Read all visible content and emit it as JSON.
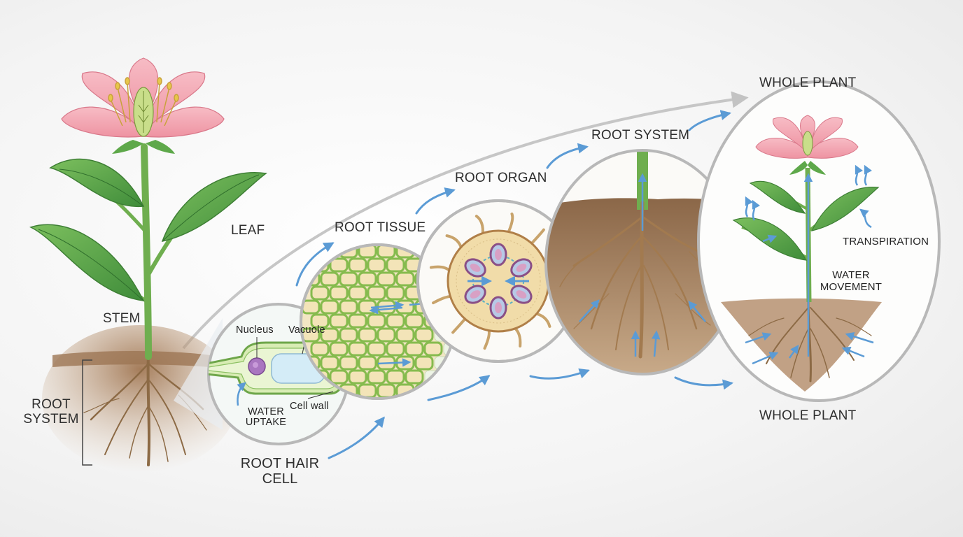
{
  "left_plant": {
    "leaf": "LEAF",
    "stem": "STEM",
    "root_system": "ROOT\nSYSTEM"
  },
  "stages": {
    "root_hair_cell": "ROOT HAIR\nCELL",
    "root_tissue": "ROOT TISSUE",
    "root_organ": "ROOT ORGAN",
    "root_system": "ROOT SYSTEM",
    "whole_plant_top": "WHOLE PLANT",
    "whole_plant_bottom": "WHOLE PLANT"
  },
  "cell_labels": {
    "nucleus": "Nucleus",
    "vacuole": "Vacuole",
    "cell_wall": "Cell wall",
    "water_uptake": "WATER\nUPTAKE"
  },
  "whole_plant_labels": {
    "transpiration": "TRANSPIRATION",
    "water_movement": "WATER\nMOVEMENT"
  },
  "colors": {
    "petal": "#f3a9b4",
    "leaf": "#5ea84a",
    "stem": "#6fae4f",
    "soil": "#b08a68",
    "root": "#8c6a45",
    "arrow": "#5b9bd5",
    "circle_border": "#b8b8b8"
  }
}
